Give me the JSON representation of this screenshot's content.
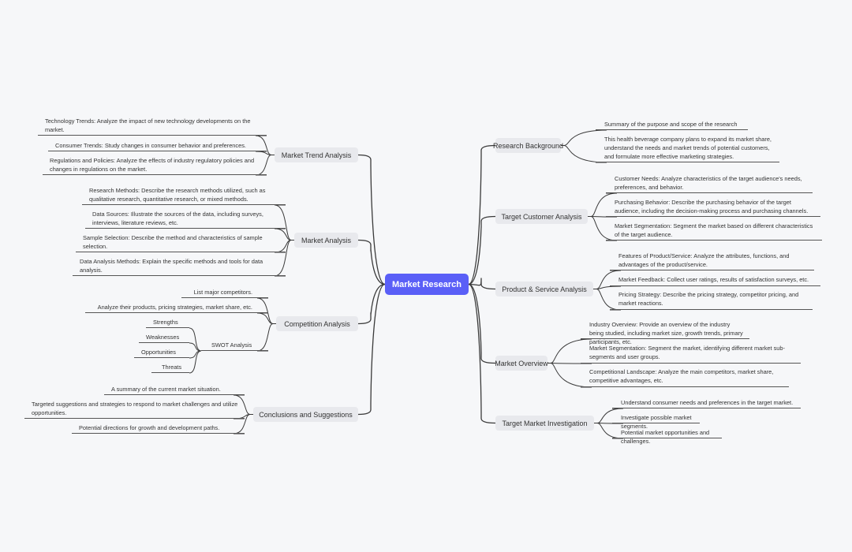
{
  "root": {
    "label": "Market Research",
    "color": "#5a5ff7"
  },
  "left_branches": [
    {
      "label": "Market Trend Analysis",
      "children": [
        "Technology Trends: Analyze the impact of new technology developments on the market.",
        "Consumer Trends: Study changes in consumer behavior and preferences.",
        "Regulations and Policies: Analyze the effects of industry regulatory policies and changes in regulations on the market."
      ]
    },
    {
      "label": "Market Analysis",
      "children": [
        "Research Methods: Describe the research methods utilized, such as qualitative research, quantitative research, or mixed methods.",
        "Data Sources: Illustrate the sources of the data, including surveys, interviews, literature reviews, etc.",
        "Sample Selection: Describe the method and characteristics of sample selection.",
        "Data Analysis Methods: Explain the specific methods and tools for data analysis."
      ]
    },
    {
      "label": "Competition Analysis",
      "children": [
        "List major competitors.",
        "Analyze their products, pricing strategies, market share, etc.",
        "SWOT Analysis"
      ],
      "swot": [
        "Strengths",
        "Weaknesses",
        "Opportunities",
        "Threats"
      ]
    },
    {
      "label": "Conclusions and Suggestions",
      "children": [
        "A summary of the current market situation.",
        "Targeted suggestions and strategies to respond to market challenges and utilize opportunities.",
        "Potential directions for growth and development paths."
      ]
    }
  ],
  "right_branches": [
    {
      "label": "Research Background",
      "children": [
        "Summary of the purpose and scope of the research",
        "This health beverage company plans to expand its market share, understand the needs and market trends of potential customers, and formulate more effective marketing strategies."
      ]
    },
    {
      "label": "Target Customer Analysis",
      "children": [
        "Customer Needs: Analyze characteristics of the target audience's needs, preferences, and behavior.",
        "Purchasing Behavior: Describe the purchasing behavior of the target audience, including the decision-making process and purchasing channels.",
        "Market Segmentation: Segment the market based on different characteristics of the target audience."
      ]
    },
    {
      "label": "Product & Service Analysis",
      "children": [
        "Features of Product/Service: Analyze the attributes, functions, and advantages of the product/service.",
        "Market Feedback: Collect user ratings, results of satisfaction surveys, etc.",
        "Pricing Strategy: Describe the pricing strategy, competitor pricing, and market reactions."
      ]
    },
    {
      "label": "Market Overview",
      "children": [
        "Industry Overview: Provide an overview of the industry being studied, including market size, growth trends, primary participants, etc.",
        "Market Segmentation: Segment the market, identifying different market sub-segments and user groups.",
        "Competitional Landscape: Analyze the main competitors, market share, competitive advantages, etc."
      ]
    },
    {
      "label": "Target Market Investigation",
      "children": [
        "Understand consumer needs and preferences in the target market.",
        "Investigate possible market segments.",
        "Potential market opportunities and challenges."
      ]
    }
  ]
}
